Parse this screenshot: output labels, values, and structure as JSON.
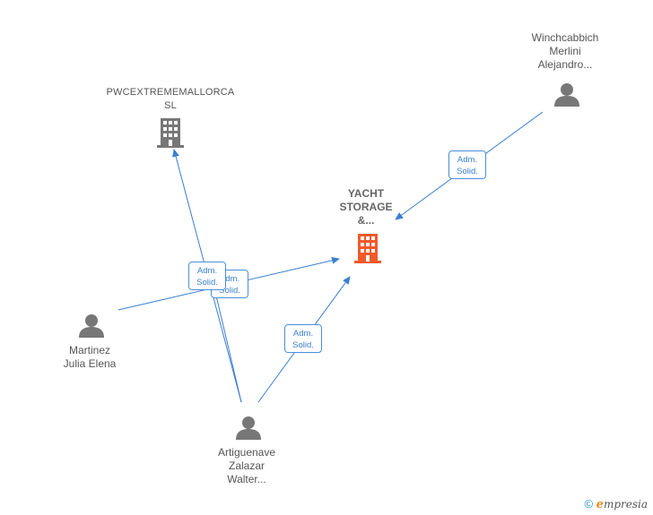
{
  "nodes": {
    "pwc": {
      "lines": [
        "PWCEXTREMEMALLORCA",
        "SL"
      ],
      "type": "company",
      "color": "#777777"
    },
    "yacht": {
      "lines": [
        "YACHT",
        "STORAGE",
        "&..."
      ],
      "type": "company",
      "color": "#f05a2a"
    },
    "winch": {
      "lines": [
        "Winchcabbich",
        "Merlini",
        "Alejandro..."
      ],
      "type": "person",
      "color": "#777777"
    },
    "martinez": {
      "lines": [
        "Martinez",
        "Julia Elena"
      ],
      "type": "person",
      "color": "#777777"
    },
    "artiguenave": {
      "lines": [
        "Artiguenave",
        "Zalazar",
        "Walter..."
      ],
      "type": "person",
      "color": "#777777"
    }
  },
  "edge_label": {
    "line1": "Adm.",
    "line2": "Solid."
  },
  "edge_color": "#3a7fd0",
  "footer": {
    "copyright": "©",
    "brand_e": "e",
    "brand_rest": "mpresia"
  }
}
